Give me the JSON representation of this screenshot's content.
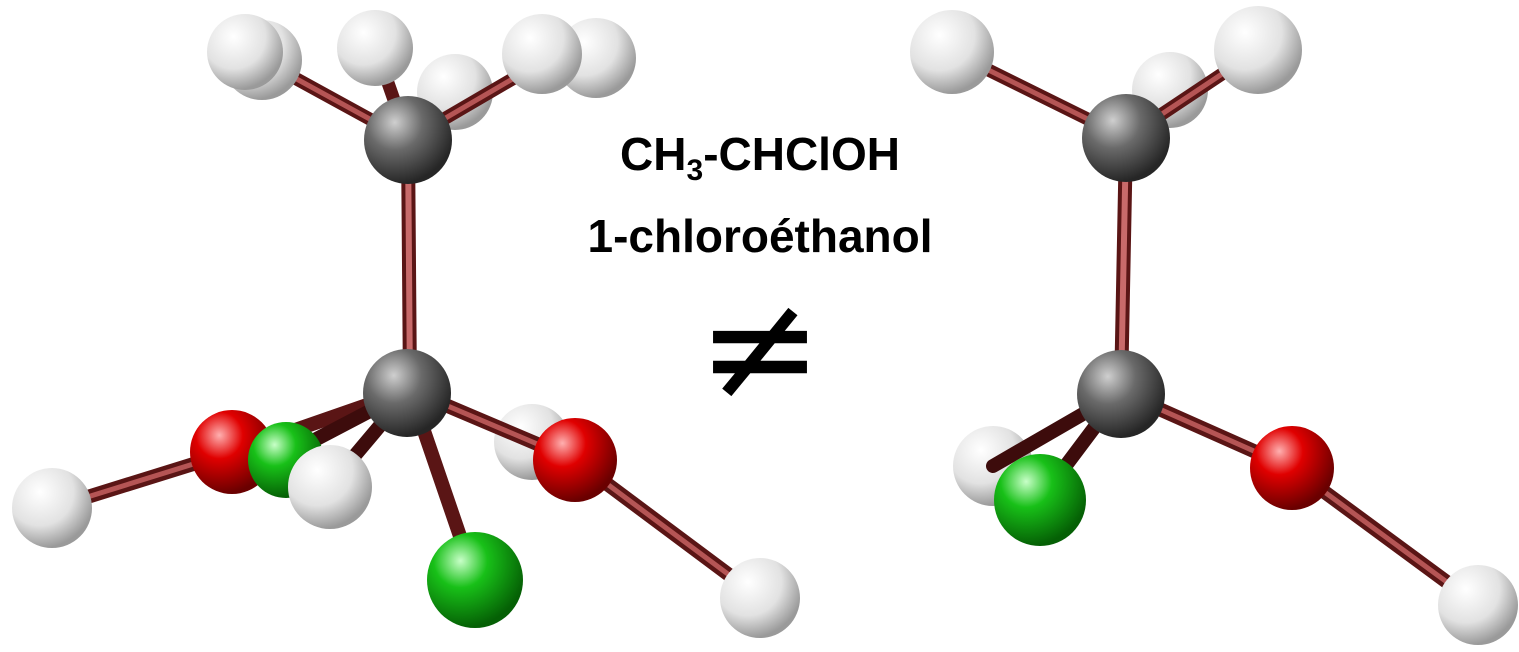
{
  "formula": {
    "prefix": "CH",
    "subscript": "3",
    "suffix": "-CHClOH"
  },
  "name": "1-chloroéthanol",
  "relation_symbol": "≠",
  "colors": {
    "carbon": "#5e5e5e",
    "hydrogen": "#e2e2e2",
    "oxygen": "#d50000",
    "chlorine": "#13b813",
    "bond": "#8a2a2a"
  },
  "molecules": [
    {
      "name": "left-molecule",
      "atoms": [
        "H",
        "H",
        "H",
        "H",
        "H",
        "H",
        "C",
        "C",
        "O",
        "Cl",
        "H",
        "H",
        "O",
        "Cl",
        "H",
        "H"
      ]
    },
    {
      "name": "right-molecule",
      "atoms": [
        "H",
        "H",
        "H",
        "C",
        "C",
        "H",
        "Cl",
        "O",
        "H"
      ]
    }
  ]
}
